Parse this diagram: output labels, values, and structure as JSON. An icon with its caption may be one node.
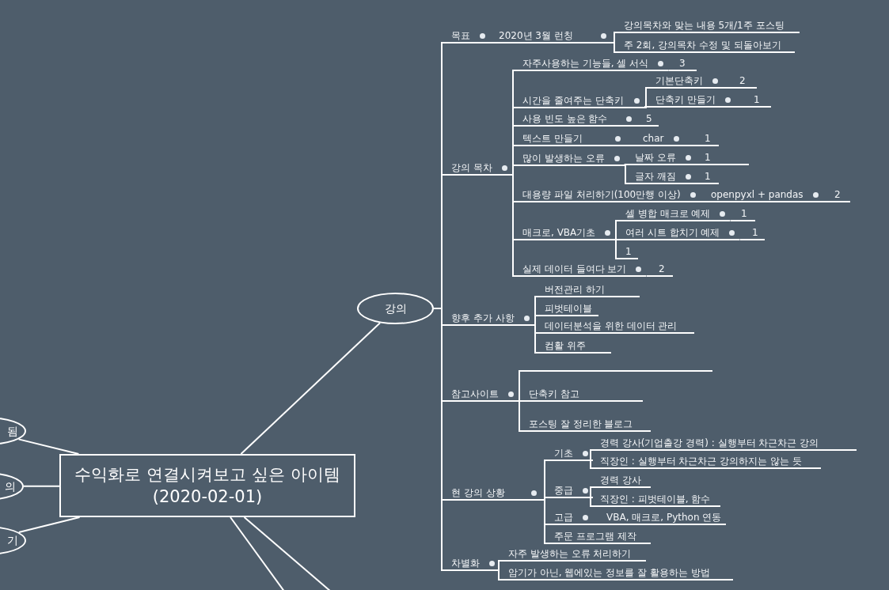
{
  "diagram": {
    "nodes": [
      {
        "text": [
          "수익화로 연결시켜보고 싶은 아이템(2020-02-01)"
        ]
      },
      {
        "text": [
          "강의"
        ]
      },
      {
        "text": [
          "됨"
        ]
      },
      {
        "text": [
          "의"
        ]
      },
      {
        "text": [
          "기"
        ]
      },
      {
        "text": [
          "목표"
        ]
      },
      {
        "text": [
          "2020년 3월 런칭"
        ]
      },
      {
        "text": [
          "강의목차와 맞는 내용 5개/1주 포스팅"
        ]
      },
      {
        "text": [
          "주 2회, 강의목차 수정 및 되돌아보기"
        ]
      },
      {
        "text": [
          "강의 목차"
        ]
      },
      {
        "text": [
          "자주사용하는 기능들, 셀 서식"
        ]
      },
      {
        "text": [
          "3"
        ]
      },
      {
        "text": [
          "시간을 줄여주는 단축키"
        ]
      },
      {
        "text": [
          "기본단축키"
        ]
      },
      {
        "text": [
          "2"
        ]
      },
      {
        "text": [
          "단축키 만들기"
        ]
      },
      {
        "text": [
          "1"
        ]
      },
      {
        "text": [
          "사용 빈도 높은 함수"
        ]
      },
      {
        "text": [
          "5"
        ]
      },
      {
        "text": [
          "텍스트 만들기"
        ]
      },
      {
        "text": [
          "char"
        ]
      },
      {
        "text": [
          "1"
        ]
      },
      {
        "text": [
          "많이 발생하는 오류"
        ]
      },
      {
        "text": [
          "날짜 오류"
        ]
      },
      {
        "text": [
          "1"
        ]
      },
      {
        "text": [
          "글자 깨짐"
        ]
      },
      {
        "text": [
          "1"
        ]
      },
      {
        "text": [
          "대용량 파일 처리하기(100만행 이상)"
        ]
      },
      {
        "text": [
          "openpyxl + pandas"
        ]
      },
      {
        "text": [
          "2"
        ]
      },
      {
        "text": [
          "매크로, VBA기초"
        ]
      },
      {
        "text": [
          "셀 병합 매크로 예제"
        ]
      },
      {
        "text": [
          "1"
        ]
      },
      {
        "text": [
          "여러 시트 합치기 예제"
        ]
      },
      {
        "text": [
          "1"
        ]
      },
      {
        "text": [
          "1"
        ]
      },
      {
        "text": [
          "실제 데이터 들여다 보기"
        ]
      },
      {
        "text": [
          "2"
        ]
      },
      {
        "text": [
          "향후 추가 사항"
        ]
      },
      {
        "text": [
          "버전관리 하기"
        ]
      },
      {
        "text": [
          "피벗테이블"
        ]
      },
      {
        "text": [
          "데이터분석을 위한 데이터 관리"
        ]
      },
      {
        "text": [
          "컴활 위주"
        ]
      },
      {
        "text": [
          "참고사이트"
        ]
      },
      {
        "text": [],
        "shape": "line"
      },
      {
        "text": [
          "단축키 참고"
        ]
      },
      {
        "text": [
          "포스팅 잘 정리한 블로그"
        ]
      },
      {
        "text": [
          "현 강의 상황"
        ]
      },
      {
        "text": [
          "기초"
        ]
      },
      {
        "text": [
          "경력 강사(기업출강 경력) : 실행부터 차근차근 강의"
        ]
      },
      {
        "text": [
          "직장인 : 실행부터 차근차근 강의하지는 않는 듯"
        ]
      },
      {
        "text": [
          "중급"
        ]
      },
      {
        "text": [
          "경력 강사"
        ]
      },
      {
        "text": [
          "직장인 : 피벗테이블, 함수"
        ]
      },
      {
        "text": [
          "고급"
        ]
      },
      {
        "text": [
          "VBA, 매크로, Python 연동"
        ]
      },
      {
        "text": [
          "주문 프로그램 제작"
        ]
      },
      {
        "text": [
          "차별화"
        ]
      },
      {
        "text": [
          "자주 발생하는 오류 처리하기"
        ]
      },
      {
        "text": [
          "암기가 아닌, 웹에있는 정보를 잘 활용하는 방법"
        ]
      }
    ],
    "edges": [
      {
        "from": 0,
        "to": 1,
        "arrow": "none"
      },
      {
        "from": 0,
        "to": 2,
        "arrow": "none"
      },
      {
        "from": 0,
        "to": 3,
        "arrow": "none"
      },
      {
        "from": 0,
        "to": 4,
        "arrow": "none"
      },
      {
        "from": 0,
        "to": null,
        "arrow": "none"
      },
      {
        "from": 0,
        "to": null,
        "arrow": "none"
      },
      {
        "from": 1,
        "to": 5,
        "arrow": "none"
      },
      {
        "from": 1,
        "to": 9,
        "arrow": "none"
      },
      {
        "from": 1,
        "to": 38,
        "arrow": "none"
      },
      {
        "from": 1,
        "to": 43,
        "arrow": "none"
      },
      {
        "from": 1,
        "to": 47,
        "arrow": "none"
      },
      {
        "from": 1,
        "to": 57,
        "arrow": "none"
      },
      {
        "from": 5,
        "to": 6,
        "arrow": "none"
      },
      {
        "from": 6,
        "to": 7,
        "arrow": "none"
      },
      {
        "from": 6,
        "to": 8,
        "arrow": "none"
      },
      {
        "from": 9,
        "to": 10,
        "arrow": "none"
      },
      {
        "from": 9,
        "to": 12,
        "arrow": "none"
      },
      {
        "from": 9,
        "to": 17,
        "arrow": "none"
      },
      {
        "from": 9,
        "to": 19,
        "arrow": "none"
      },
      {
        "from": 9,
        "to": 22,
        "arrow": "none"
      },
      {
        "from": 9,
        "to": 27,
        "arrow": "none"
      },
      {
        "from": 9,
        "to": 30,
        "arrow": "none"
      },
      {
        "from": 9,
        "to": 36,
        "arrow": "none"
      },
      {
        "from": 10,
        "to": 11,
        "arrow": "none"
      },
      {
        "from": 12,
        "to": 13,
        "arrow": "none"
      },
      {
        "from": 12,
        "to": 15,
        "arrow": "none"
      },
      {
        "from": 13,
        "to": 14,
        "arrow": "none"
      },
      {
        "from": 15,
        "to": 16,
        "arrow": "none"
      },
      {
        "from": 17,
        "to": 18,
        "arrow": "none"
      },
      {
        "from": 19,
        "to": 20,
        "arrow": "none"
      },
      {
        "from": 20,
        "to": 21,
        "arrow": "none"
      },
      {
        "from": 22,
        "to": 23,
        "arrow": "none"
      },
      {
        "from": 22,
        "to": 25,
        "arrow": "none"
      },
      {
        "from": 23,
        "to": 24,
        "arrow": "none"
      },
      {
        "from": 25,
        "to": 26,
        "arrow": "none"
      },
      {
        "from": 27,
        "to": 28,
        "arrow": "none"
      },
      {
        "from": 28,
        "to": 29,
        "arrow": "none"
      },
      {
        "from": 30,
        "to": 31,
        "arrow": "none"
      },
      {
        "from": 30,
        "to": 33,
        "arrow": "none"
      },
      {
        "from": 30,
        "to": 35,
        "arrow": "none"
      },
      {
        "from": 31,
        "to": 32,
        "arrow": "none"
      },
      {
        "from": 33,
        "to": 34,
        "arrow": "none"
      },
      {
        "from": 36,
        "to": 37,
        "arrow": "none"
      },
      {
        "from": 38,
        "to": 39,
        "arrow": "none"
      },
      {
        "from": 38,
        "to": 40,
        "arrow": "none"
      },
      {
        "from": 38,
        "to": 41,
        "arrow": "none"
      },
      {
        "from": 38,
        "to": 42,
        "arrow": "none"
      },
      {
        "from": 43,
        "to": 44,
        "arrow": "none"
      },
      {
        "from": 43,
        "to": 45,
        "arrow": "none"
      },
      {
        "from": 43,
        "to": 46,
        "arrow": "none"
      },
      {
        "from": 47,
        "to": 48,
        "arrow": "none"
      },
      {
        "from": 47,
        "to": 51,
        "arrow": "none"
      },
      {
        "from": 47,
        "to": 54,
        "arrow": "none"
      },
      {
        "from": 47,
        "to": 56,
        "arrow": "none"
      },
      {
        "from": 48,
        "to": 49,
        "arrow": "none"
      },
      {
        "from": 48,
        "to": 50,
        "arrow": "none"
      },
      {
        "from": 51,
        "to": 52,
        "arrow": "none"
      },
      {
        "from": 51,
        "to": 53,
        "arrow": "none"
      },
      {
        "from": 54,
        "to": 55,
        "arrow": "none"
      },
      {
        "from": 57,
        "to": 58,
        "arrow": "none"
      },
      {
        "from": 57,
        "to": 59,
        "arrow": "none"
      }
    ]
  }
}
